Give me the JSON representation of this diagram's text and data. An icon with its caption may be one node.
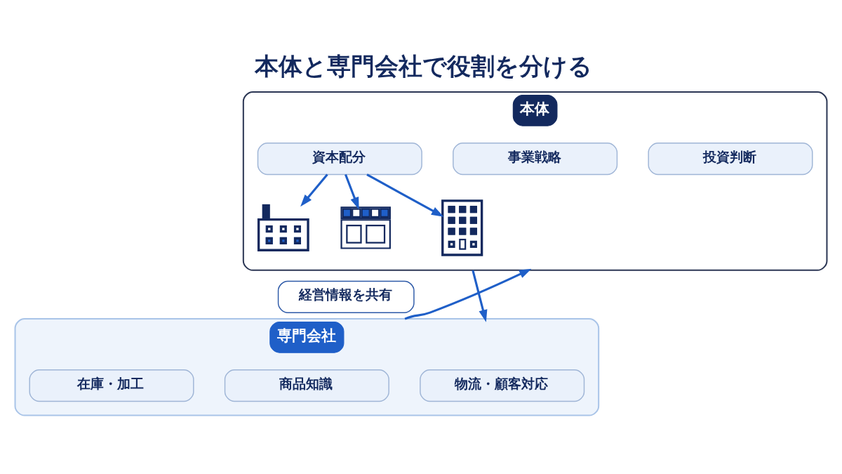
{
  "diagram": {
    "title": "本体と専門会社で役割を分ける",
    "nodes": [
      {
        "text": [
          "本体"
        ]
      },
      {
        "text": [
          "投資判断"
        ],
        "in": 0
      },
      {
        "text": [
          "事業戦略"
        ],
        "in": 0
      },
      {
        "text": [
          "資本配分"
        ],
        "in": 0
      },
      {
        "text": [],
        "shape": "picture",
        "in": 0
      },
      {
        "text": [],
        "shape": "picture",
        "in": 0
      },
      {
        "text": [],
        "shape": "picture",
        "in": 0
      },
      {
        "text": [
          "経営情報を共有"
        ]
      },
      {
        "text": [
          "専門会社"
        ]
      },
      {
        "text": [
          "商品知識"
        ],
        "in": 8
      },
      {
        "text": [
          "在庫・加工"
        ],
        "in": 8
      },
      {
        "text": [
          "物流・顧客対応"
        ],
        "in": 8
      }
    ],
    "edges": [
      {
        "from": 3,
        "to": 4,
        "arrow": "to"
      },
      {
        "from": 3,
        "to": 5,
        "arrow": "to"
      },
      {
        "from": 3,
        "to": 6,
        "arrow": "to"
      },
      {
        "from": 8,
        "to": 0,
        "arrow": "to"
      },
      {
        "from": 0,
        "to": 8,
        "arrow": "to"
      }
    ]
  }
}
